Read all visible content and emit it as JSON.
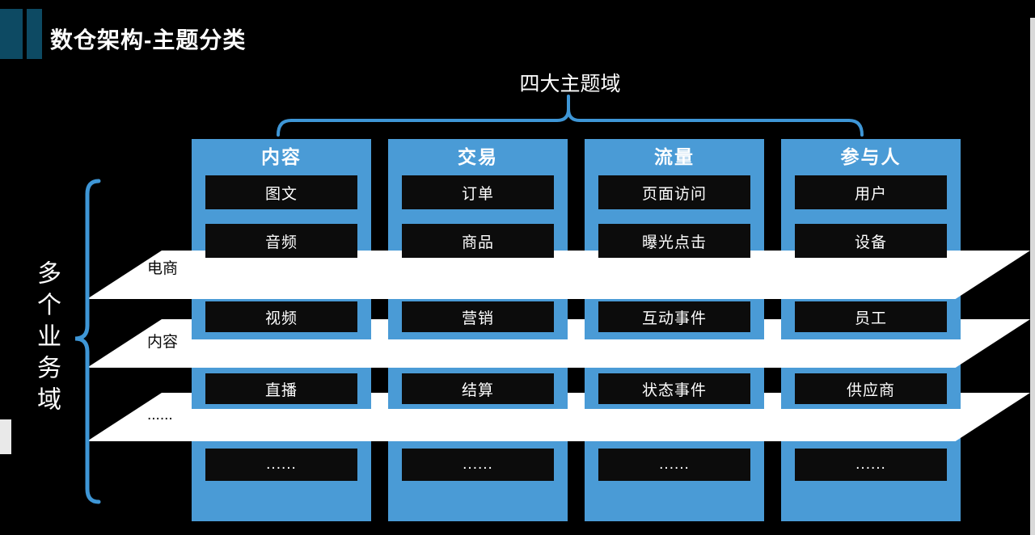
{
  "title": "数仓架构-主题分类",
  "top_brace_label": "四大主题域",
  "left_brace_label": "多个业务域",
  "band_labels": [
    "电商",
    "内容",
    "......"
  ],
  "columns": [
    {
      "header": "内容",
      "items": [
        "图文",
        "音频",
        "视频",
        "直播",
        "......"
      ]
    },
    {
      "header": "交易",
      "items": [
        "订单",
        "商品",
        "营销",
        "结算",
        "......"
      ]
    },
    {
      "header": "流量",
      "items": [
        "页面访问",
        "曝光点击",
        "互动事件",
        "状态事件",
        "......"
      ]
    },
    {
      "header": "参与人",
      "items": [
        "用户",
        "设备",
        "员工",
        "供应商",
        "......"
      ]
    }
  ],
  "colors": {
    "background": "#000000",
    "column_blue": "#4A9BD6",
    "brace_blue": "#3E96D6",
    "band_white": "#FFFFFF",
    "box_black": "#0C0C0C",
    "title_accent_teal": "#0D4A63",
    "edge_gray_left": "#E9E9E9",
    "edge_gray_right": "#D9D9D9"
  }
}
